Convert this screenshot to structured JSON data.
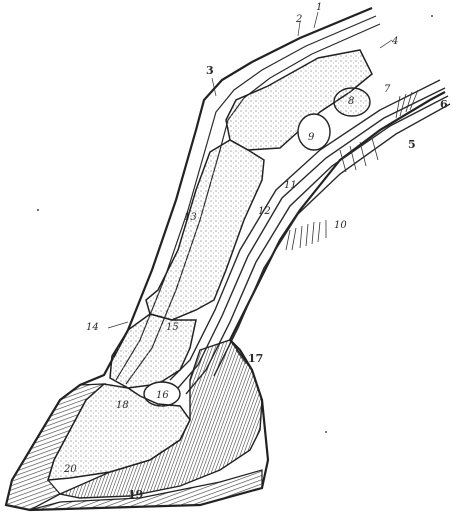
{
  "figure": {
    "ink": "#222222",
    "paper": "#ffffff",
    "stipple": "#8a8a8a",
    "hatch": "#3a3a3a"
  },
  "labels": {
    "l1": "1",
    "l2": "2",
    "l3": "3",
    "l4": "4",
    "l5": "5",
    "l6": "6",
    "l7": "7",
    "l8": "8",
    "l9": "9",
    "l10": "10",
    "l11": "11",
    "l12": "12",
    "l13": "13",
    "l14": "14",
    "l15": "15",
    "l16": "16",
    "l17": "17",
    "l18": "18",
    "l19": "19",
    "l20": "20"
  }
}
